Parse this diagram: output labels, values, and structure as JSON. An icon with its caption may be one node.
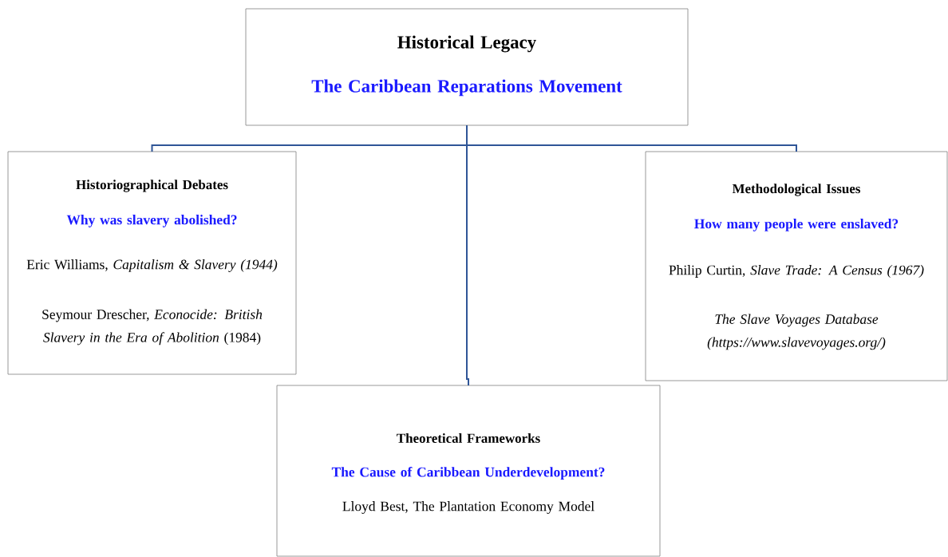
{
  "diagram": {
    "nodes": [
      {
        "text": [
          "Historical Legacy",
          "The Caribbean Reparations Movement"
        ]
      },
      {
        "text": [
          "Historiographical Debates",
          "Why was slavery abolished?",
          "Eric Williams, *Capitalism & Slavery (1944)*",
          "Seymour Drescher, *Econocide: British Slavery in the Era of Abolition* (1984)"
        ]
      },
      {
        "text": [
          "Methodological Issues",
          "How many people were enslaved?",
          "Philip Curtin, *Slave Trade: A Census (1967)*",
          "The Slave Voyages Database (https://www.slavevoyages.org/)"
        ]
      },
      {
        "text": [
          "Theoretical Frameworks",
          "The Cause of Caribbean Underdevelopment?",
          "Lloyd Best, The Plantation Economy Model"
        ]
      }
    ],
    "edges": [
      {
        "from": 0,
        "to": 1,
        "arrow": "none"
      },
      {
        "from": 0,
        "to": 2,
        "arrow": "none"
      },
      {
        "from": 0,
        "to": 3,
        "arrow": "none"
      }
    ]
  }
}
